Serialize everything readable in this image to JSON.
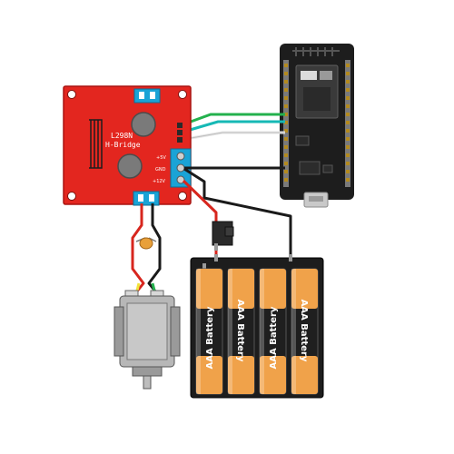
{
  "driver": {
    "chip": "L298N",
    "name": "H-Bridge",
    "pin_5v": "+5V",
    "pin_gnd": "GND",
    "pin_12v": "+12V",
    "color": "#e3261f"
  },
  "battery_label": "AAA Battery",
  "battery_count": 4,
  "colors": {
    "wire_green": "#23b14d",
    "wire_cyan": "#16b9b5",
    "wire_white": "#eeeeee",
    "wire_red": "#d7261e",
    "wire_black": "#1a1a1a",
    "terminal_blue": "#1aa3d6",
    "battery_orange": "#f0a24a",
    "board_black": "#1d1d1d"
  },
  "icons": {
    "controller": "esp32-board-icon",
    "motor": "dc-motor-icon",
    "switch": "slide-switch-icon",
    "capacitor": "ceramic-capacitor-icon"
  }
}
